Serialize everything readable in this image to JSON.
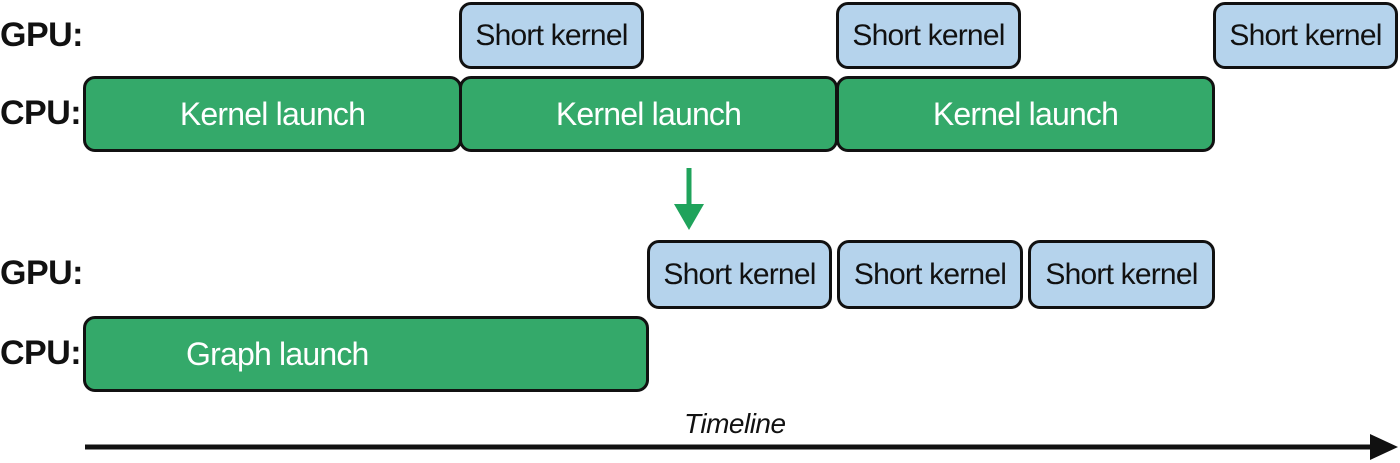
{
  "top": {
    "gpu_label": "GPU:",
    "cpu_label": "CPU:",
    "gpu_kernels": [
      "Short kernel",
      "Short kernel",
      "Short kernel"
    ],
    "cpu_launches": [
      "Kernel launch",
      "Kernel launch",
      "Kernel launch"
    ]
  },
  "bottom": {
    "gpu_label": "GPU:",
    "cpu_label": "CPU:",
    "gpu_kernels": [
      "Short kernel",
      "Short kernel",
      "Short kernel"
    ],
    "cpu_launch": "Graph launch"
  },
  "timeline_label": "Timeline",
  "colors": {
    "gpu_box": "#b5d3ec",
    "cpu_box": "#34a96a",
    "arrow_down": "#1fa35b",
    "outline": "#111111"
  }
}
